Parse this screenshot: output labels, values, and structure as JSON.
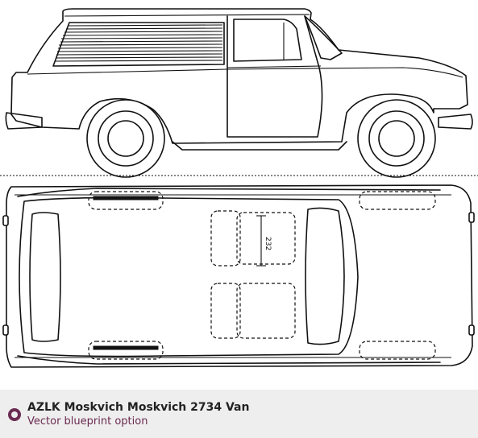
{
  "caption": {
    "title": "AZLK Moskvich Moskvich 2734 Van",
    "subtitle": "Vector blueprint option"
  },
  "blueprint": {
    "dimension_label": "232"
  },
  "icons": {
    "caption": "radio-circle-icon"
  },
  "colors": {
    "caption_bg": "#eeeeee",
    "accent": "#6b2b52",
    "line": "#111111"
  }
}
